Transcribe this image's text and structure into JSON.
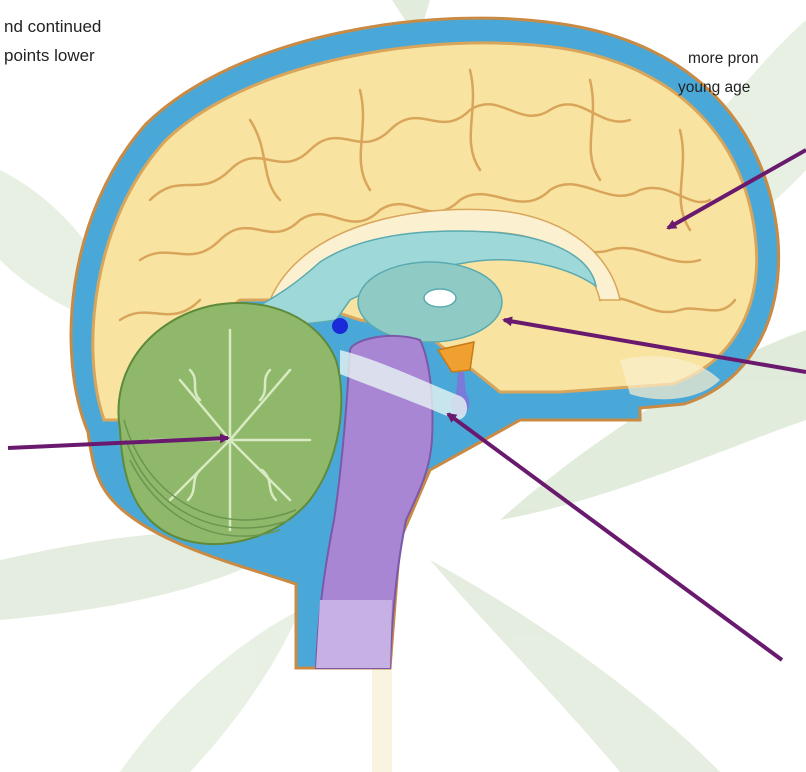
{
  "text": {
    "left_line_1": "nd continued",
    "left_line_2": "points lower",
    "right_line_1": "more pron",
    "right_line_2": "young age"
  },
  "colors": {
    "cerebrum": "#f8e4a0",
    "cerebrum_outline": "#d9a55a",
    "meninges": "#4aa8d8",
    "ventricle": "#9ed8d8",
    "cerebellum": "#8fb86a",
    "brainstem": "#a886d4",
    "hypothalamus": "#f0a030",
    "pituitary": "#7a7ad8",
    "arrow": "#6a1a6e",
    "leaf": "#c9dcc0"
  },
  "icons": [
    "cannabis-leaf-background",
    "brain-sagittal-illustration"
  ]
}
